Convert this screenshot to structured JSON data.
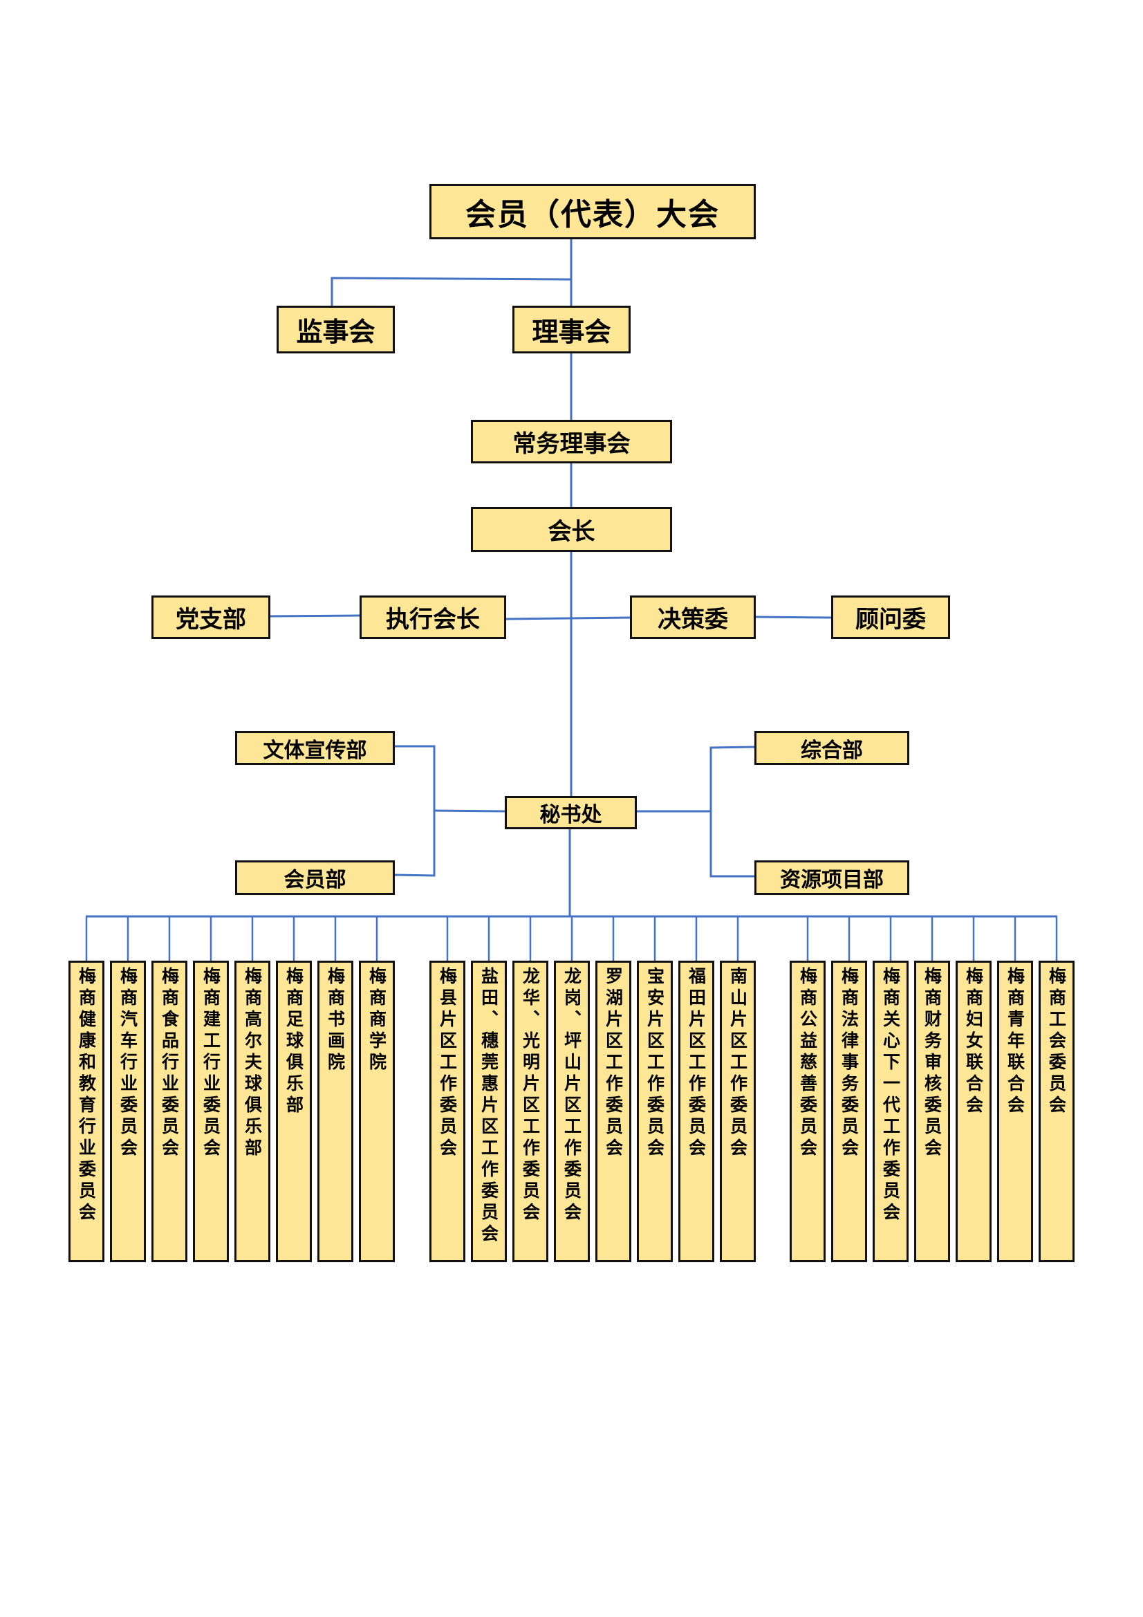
{
  "line_color": "#4472c4",
  "box_color": "#fde695",
  "nodes": {
    "assembly": "会员（代表）大会",
    "supervisory_board": "监事会",
    "council": "理事会",
    "standing_council": "常务理事会",
    "president": "会长",
    "party_branch": "党支部",
    "executive_president": "执行会长",
    "decision_committee": "决策委",
    "advisory_committee": "顾问委",
    "culture_publicity_dept": "文体宣传部",
    "membership_dept": "会员部",
    "secretariat": "秘书处",
    "general_dept": "综合部",
    "resource_project_dept": "资源项目部"
  },
  "bottom_groups": [
    {
      "name": "industry",
      "items": [
        "梅商健康和教育行业委员会",
        "梅商汽车行业委员会",
        "梅商食品行业委员会",
        "梅商建工行业委员会",
        "梅商高尔夫球俱乐部",
        "梅商足球俱乐部",
        "梅商书画院",
        "梅商商学院"
      ]
    },
    {
      "name": "district",
      "items": [
        "梅县片区工作委员会",
        "盐田、穗莞惠片区工作委员会",
        "龙华、光明片区工作委员会",
        "龙岗、坪山片区工作委员会",
        "罗湖片区工作委员会",
        "宝安片区工作委员会",
        "福田片区工作委员会",
        "南山片区工作委员会"
      ]
    },
    {
      "name": "special",
      "items": [
        "梅商公益慈善委员会",
        "梅商法律事务委员会",
        "梅商关心下一代工作委员会",
        "梅商财务审核委员会",
        "梅商妇女联合会",
        "梅商青年联合会",
        "梅商工会委员会"
      ]
    }
  ]
}
